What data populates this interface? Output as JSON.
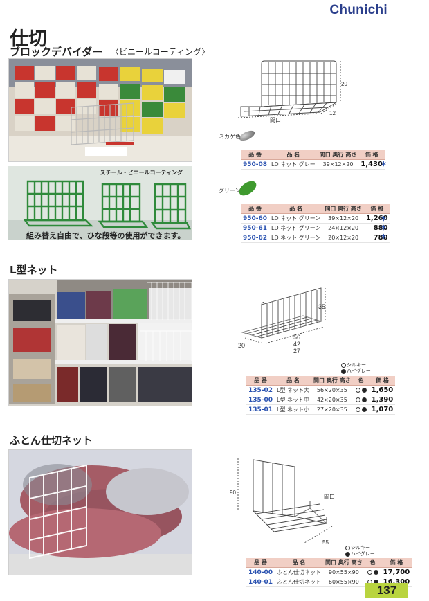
{
  "brand": "Chunichi",
  "page_number": "137",
  "section1": {
    "title": "仕切",
    "subtitle": "ブロックデバイダー",
    "note": "〈ビニールコーティング〉",
    "photo2_label": "スチール・ビニールコーティング",
    "caption": "組み替え自由で、ひな段等の使用ができます。",
    "drawing": {
      "opening_label": "間口",
      "height": "20",
      "depth": "12"
    },
    "color1": {
      "label": "ミカゲ色"
    },
    "color2": {
      "label": "グリーン"
    },
    "headers": {
      "code": "品 番",
      "name": "品 名",
      "dims": "間口 奥行 高さ",
      "price": "価 格"
    },
    "table1": [
      {
        "code": "950-08",
        "name": "LD ネット グレー",
        "dims": "39×12×20",
        "price": "1,430",
        "mark": "＊"
      }
    ],
    "table2": [
      {
        "code": "950-60",
        "name": "LD ネット グリーン",
        "dims": "39×12×20",
        "price": "1,260",
        "mark": "＊"
      },
      {
        "code": "950-61",
        "name": "LD ネット グリーン",
        "dims": "24×12×20",
        "price": "880",
        "mark": "＊"
      },
      {
        "code": "950-62",
        "name": "LD ネット グリーン",
        "dims": "20×12×20",
        "price": "780",
        "mark": "＊"
      }
    ]
  },
  "section2": {
    "title": "L型ネット",
    "drawing": {
      "height": "35",
      "depth": "20",
      "w1": "56",
      "w2": "42",
      "w3": "27"
    },
    "legend": {
      "white": "シルキー",
      "black": "ハイグレー"
    },
    "headers": {
      "code": "品 番",
      "name": "品 名",
      "dims": "間口 奥行 高さ",
      "color": "色",
      "price": "価 格"
    },
    "table": [
      {
        "code": "135-02",
        "name": "L型 ネット大",
        "dims": "56×20×35",
        "price": "1,650"
      },
      {
        "code": "135-00",
        "name": "L型 ネット中",
        "dims": "42×20×35",
        "price": "1,390"
      },
      {
        "code": "135-01",
        "name": "L型 ネット小",
        "dims": "27×20×35",
        "price": "1,070"
      }
    ]
  },
  "section3": {
    "title": "ふとん仕切ネット",
    "drawing": {
      "height": "90",
      "opening_label": "間口",
      "depth": "55"
    },
    "legend": {
      "white": "シルキー",
      "black": "ハイグレー"
    },
    "headers": {
      "code": "品 番",
      "name": "品 名",
      "dims": "間口 奥行 高さ",
      "color": "色",
      "price": "価 格"
    },
    "table": [
      {
        "code": "140-00",
        "name": "ふとん仕切ネット",
        "dims": "90×55×90",
        "price": "17,700"
      },
      {
        "code": "140-01",
        "name": "ふとん仕切ネット",
        "dims": "60×55×90",
        "price": "16,300"
      }
    ]
  }
}
